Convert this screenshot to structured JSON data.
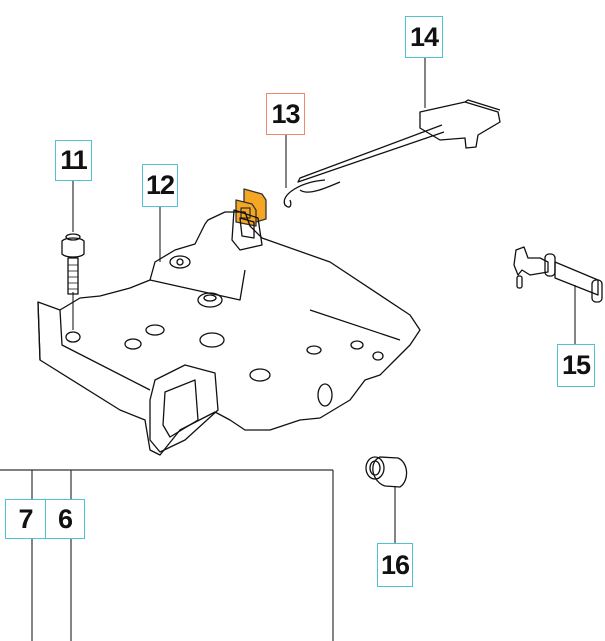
{
  "diagram": {
    "type": "exploded parts diagram",
    "highlight_color": "#f5a623",
    "callout_border_color": "#4cc3cf",
    "selected_callout_border_color": "#ee8a6a",
    "callouts": [
      {
        "id": "6",
        "label": "6"
      },
      {
        "id": "7",
        "label": "7"
      },
      {
        "id": "11",
        "label": "11"
      },
      {
        "id": "12",
        "label": "12"
      },
      {
        "id": "13",
        "label": "13",
        "selected": true
      },
      {
        "id": "14",
        "label": "14"
      },
      {
        "id": "15",
        "label": "15"
      },
      {
        "id": "16",
        "label": "16"
      }
    ]
  }
}
